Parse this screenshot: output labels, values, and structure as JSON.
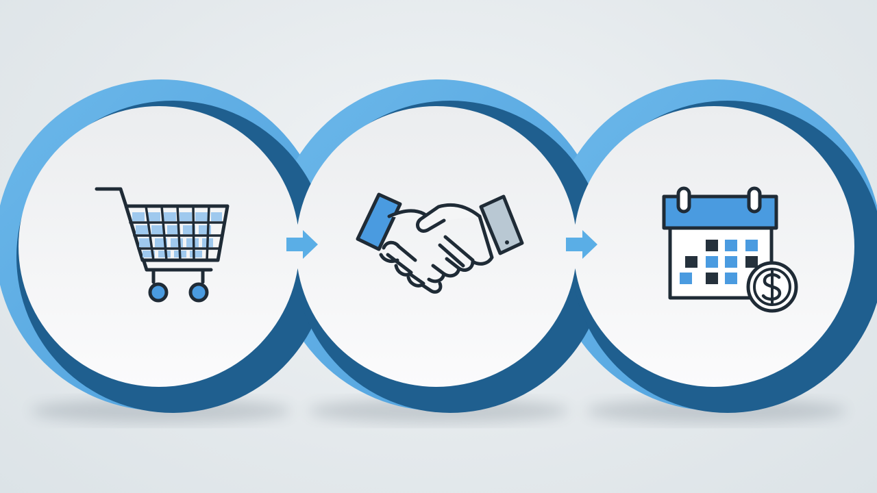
{
  "diagram": {
    "kind": "process-flow",
    "steps": [
      {
        "id": "step-1",
        "icon": "shopping-cart-icon"
      },
      {
        "id": "step-2",
        "icon": "handshake-icon"
      },
      {
        "id": "step-3",
        "icon": "calendar-dollar-icon"
      }
    ],
    "connectors": [
      {
        "from": "step-1",
        "to": "step-2",
        "icon": "arrow-right-icon"
      },
      {
        "from": "step-2",
        "to": "step-3",
        "icon": "arrow-right-icon"
      }
    ]
  },
  "colors": {
    "background": "#e4e9ec",
    "ring_light": "#5aaee6",
    "ring_dark": "#1f5f8f",
    "circle_face": "#f4f5f6",
    "accent_blue": "#4a9be0",
    "icon_stroke": "#1f2b36",
    "dark_square": "#25313c"
  }
}
